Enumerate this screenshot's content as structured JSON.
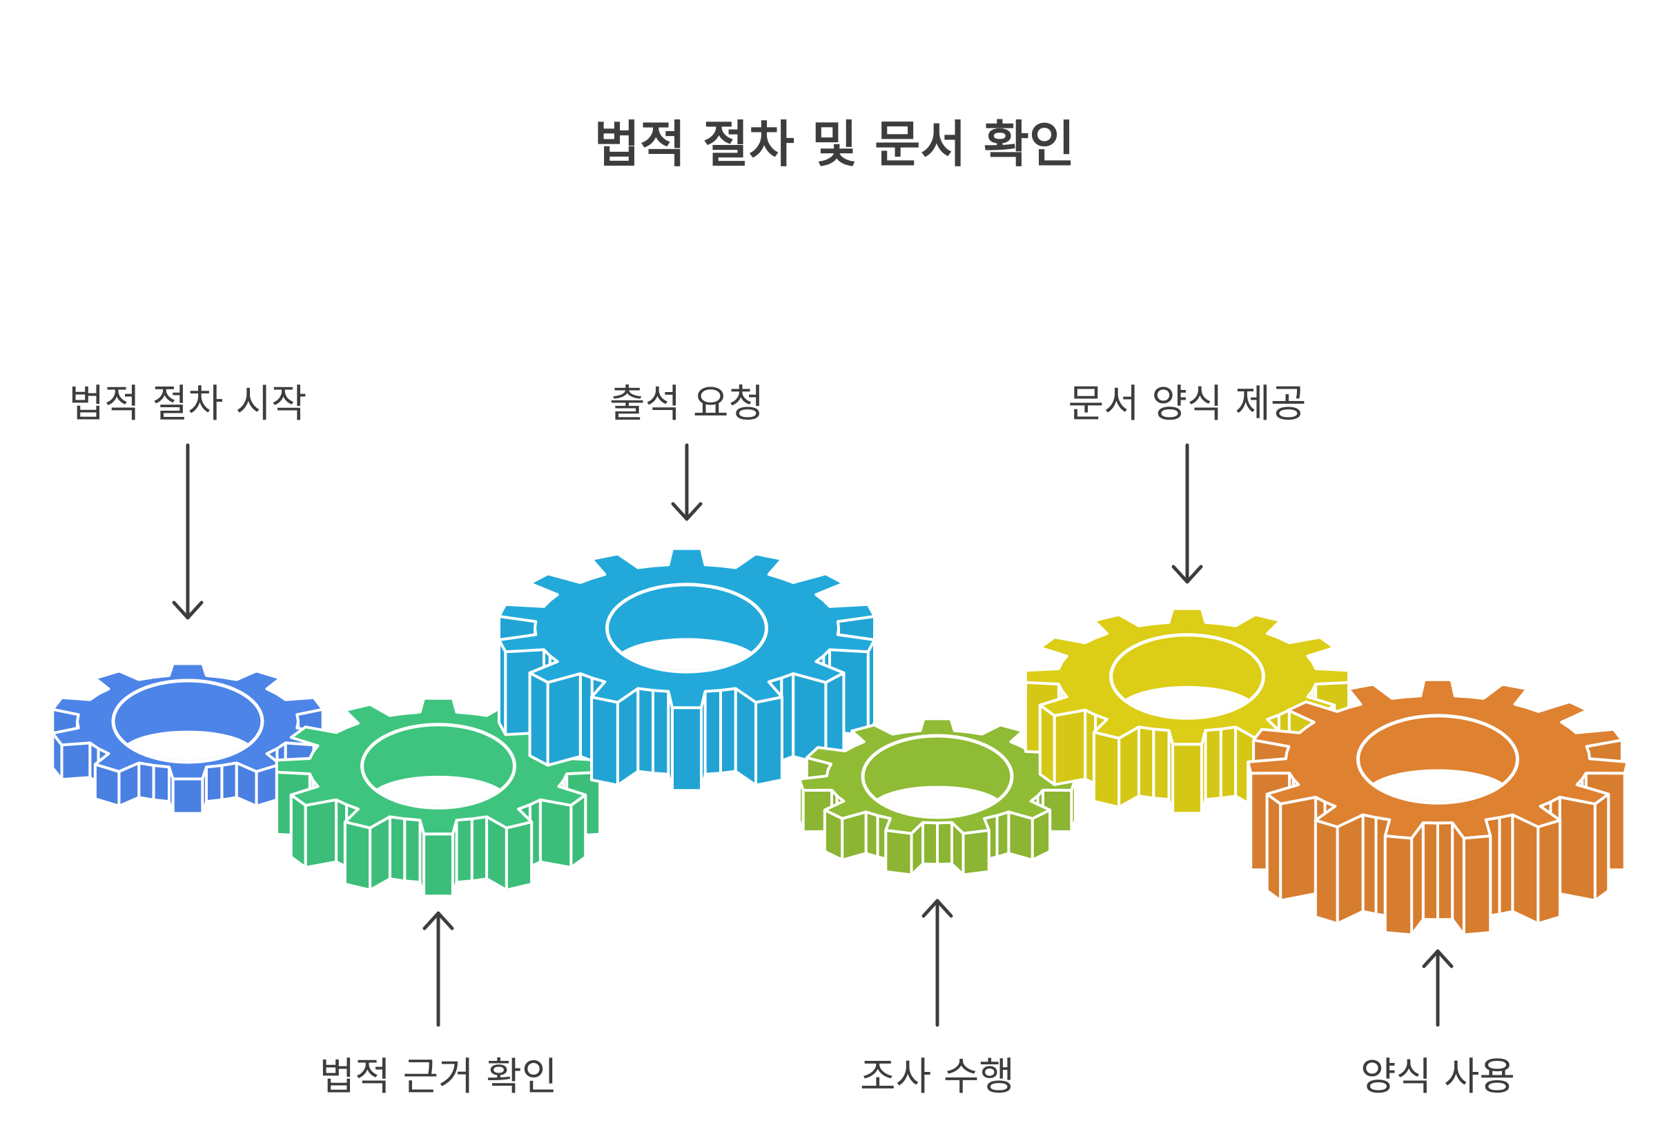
{
  "title": "법적 절차 및 문서 확인",
  "steps": [
    {
      "label": "법적 절차 시작",
      "color": "#4c84e8",
      "side": "top"
    },
    {
      "label": "법적 근거 확인",
      "color": "#3ec47e",
      "side": "bottom"
    },
    {
      "label": "출석 요청",
      "color": "#22a9da",
      "side": "top"
    },
    {
      "label": "조사 수행",
      "color": "#8fbb35",
      "side": "bottom"
    },
    {
      "label": "문서 양식 제공",
      "color": "#dccd16",
      "side": "top"
    },
    {
      "label": "양식 사용",
      "color": "#de8130",
      "side": "bottom"
    }
  ],
  "arrow_color": "#3d3d3d"
}
